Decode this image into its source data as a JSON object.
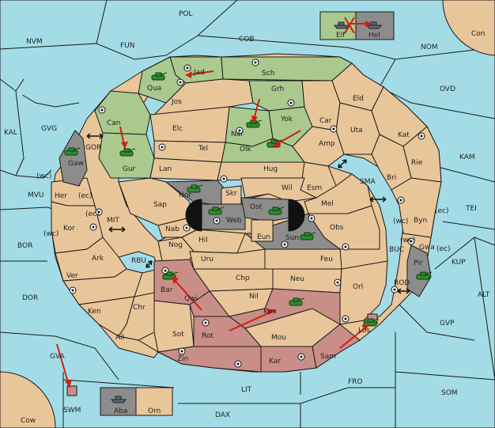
{
  "regions": {
    "pol": "POL",
    "nvm": "NVM",
    "fun": "FUN",
    "cob": "COB",
    "nom": "NOM",
    "con": "Con",
    "ovd": "OVD",
    "kam": "KAM",
    "tei": "TEI",
    "kup": "KUP",
    "alt": "ALT",
    "gvp": "GVP",
    "som": "SOM",
    "fro": "FRO",
    "lit": "LIT",
    "dax": "DAX",
    "cow": "Cow",
    "gva": "GVA",
    "swm": "SWM",
    "dor": "DOR",
    "bor": "BOR",
    "mvu": "MVU",
    "kal": "KAL",
    "gvg": "GVG",
    "gor": "GOR",
    "mit": "MIT",
    "rbu": "RBU",
    "sma": "SMA",
    "buc": "BUC",
    "rod": "ROD",
    "elf": "Elf",
    "hel": "Hel",
    "aba": "Aba",
    "orn": "Orn",
    "jad": "Jad",
    "qua": "Qua",
    "sch": "Sch",
    "jos": "Jos",
    "grh": "Grh",
    "eld": "Eld",
    "can": "Can",
    "nar": "Nar",
    "yok": "Yok",
    "car": "Car",
    "uta": "Uta",
    "kat": "Kat",
    "elc": "Elc",
    "tel": "Tel",
    "olk": "Olk",
    "amp": "Amp",
    "gaw": "Gaw",
    "gur": "Gur",
    "lan": "Lan",
    "hug": "Hug",
    "rie": "Rie",
    "bri": "Bri",
    "nor": "Nor",
    "skr": "Skr",
    "ost": "Ost",
    "wil": "Wil",
    "esm": "Esm",
    "her": "Her",
    "wc1": "(wc)",
    "ec1": "(ec)",
    "sap": "Sap",
    "web": "Web",
    "mel": "Mel",
    "byn": "Byn",
    "wc2": "(wc)",
    "ec2": "(ec)",
    "kor": "Kor",
    "ec3": "(ec)",
    "wc3": "(wc)",
    "nab": "Nab",
    "eun": "Eun",
    "obs": "Obs",
    "wc4": "(wc)",
    "gwa": "Gwa",
    "ec4": "(ec)",
    "hil": "Hil",
    "sun": "Sun",
    "nog": "Nog",
    "ark": "Ark",
    "uru": "Uru",
    "feu": "Feu",
    "pir": "Pir",
    "ver": "Ver",
    "bar": "Bar",
    "chp": "Chp",
    "neu": "Neu",
    "orl": "Orl",
    "qwi": "Qwi",
    "nil": "Nil",
    "ken": "Ken",
    "chr": "Chr",
    "kaa": "Kaa",
    "rot": "Rot",
    "sot": "Sot",
    "ail": "Ail",
    "mou": "Mou",
    "los": "Los",
    "zin": "Zin",
    "kar": "Kar",
    "sam": "Sam"
  },
  "colors": {
    "sea": "#a3dce6",
    "land": "#e9c69a",
    "green_power": "#a9c98f",
    "red_power": "#c98e88",
    "grey_power": "#8c8c8c",
    "order_arrow": "#d21e10"
  }
}
